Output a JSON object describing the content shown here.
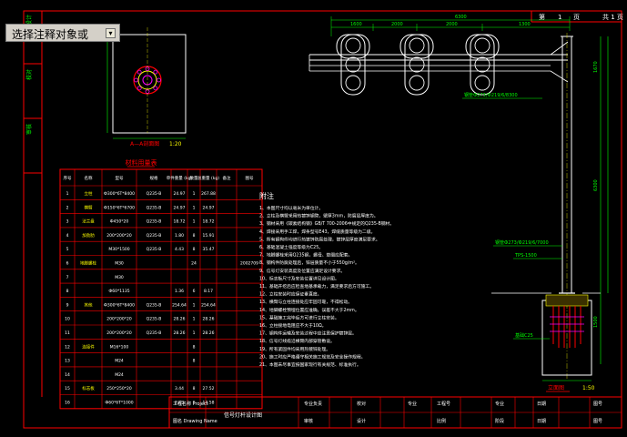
{
  "tooltip": {
    "label": "选择注释对象或",
    "dropdown_icon": "dropdown-arrow-icon"
  },
  "colors": {
    "frame": "#ff0000",
    "dimension": "#00ff00",
    "pole": "#ffffff",
    "note": "#ffffff",
    "accent_yellow": "#ffff00",
    "accent_cyan": "#00ffff",
    "accent_magenta": "#ff00ff"
  },
  "plan_view": {
    "caption": "A—A剖面图",
    "scale": "1:20"
  },
  "table": {
    "title": "材料用量表",
    "headers": [
      "序号",
      "名称",
      "型号",
      "规格",
      "单件重量 (kg)",
      "数量",
      "总重量 (kg)",
      "备注",
      "图号"
    ],
    "rows": [
      [
        "1",
        "立柱",
        "Ф300*6T*8400",
        "Q235-B",
        "24.97",
        "1",
        "267.88",
        "",
        ""
      ],
      [
        "2",
        "横臂",
        "Ф150*6T*6700",
        "Q235-B",
        "24.97",
        "1",
        "24.97",
        "",
        ""
      ],
      [
        "3",
        "法兰盘",
        "Ф450*20",
        "Q235-B",
        "18.72",
        "1",
        "18.72",
        "",
        ""
      ],
      [
        "4",
        "加劲肋",
        "200*200*20",
        "Q235-B",
        "1.80",
        "8",
        "15.91",
        "",
        ""
      ],
      [
        "5",
        "",
        "M30*1500",
        "Q235-B",
        "4.43",
        "8",
        "35.47",
        "",
        ""
      ],
      [
        "6",
        "地脚螺栓",
        "M30",
        "",
        "",
        "24",
        "",
        "",
        "2002709"
      ],
      [
        "7",
        "",
        "M30",
        "",
        "",
        "",
        "",
        "",
        ""
      ],
      [
        "8",
        "",
        "Ф60*1135",
        "",
        "1.36",
        "6",
        "8.17",
        "",
        ""
      ],
      [
        "9",
        "其他",
        "Ф300*6T*8400",
        "Q235-B",
        "254.64",
        "1",
        "254.64",
        "",
        ""
      ],
      [
        "10",
        "",
        "200*200*20",
        "Q235-B",
        "28.26",
        "1",
        "28.26",
        "",
        ""
      ],
      [
        "11",
        "",
        "200*200*20",
        "Q235-B",
        "28.26",
        "1",
        "28.26",
        "",
        ""
      ],
      [
        "12",
        "连接件",
        "M16*100",
        "",
        "",
        "8",
        "",
        "",
        ""
      ],
      [
        "13",
        "",
        "M24",
        "",
        "",
        "8",
        "",
        "",
        ""
      ],
      [
        "14",
        "",
        "M24",
        "",
        "",
        "",
        "",
        "",
        ""
      ],
      [
        "15",
        "标志板",
        "250*250*20",
        "",
        "3.44",
        "8",
        "27.52",
        "",
        ""
      ],
      [
        "16",
        "",
        "Ф60*6T*1000",
        "",
        "2.43",
        "6",
        "14.58",
        "",
        ""
      ]
    ]
  },
  "notes": {
    "title": "附注",
    "items": [
      "1、本图尺寸均以毫米为单位计。",
      "2、立柱及横臂采用热镀锌钢管，壁厚3mm，防腐层厚度为。",
      "3、钢材采用《碳素结构钢》GB/T 700-2006中规定的Q235-B钢材。",
      "4、焊接采用手工焊，焊条型号E43，焊缝质量等级为二级。",
      "5、所有钢构件均进行热镀锌防腐处理，镀锌层厚度满足要求。",
      "6、基础混凝土强度等级为C25。",
      "7、地脚螺栓采用Q235钢，螺母、垫圈应配套。",
      "8、钢构件防腐处理后，锌层质量不小于550g/m²。",
      "9、信号灯安装高度及位置应满足设计要求。",
      "10、标志板尺寸及安装位置详见设计图。",
      "11、基础开挖后应检查地基承载力，满足要求后方可施工。",
      "12、立柱安装时应保证垂直度。",
      "13、横臂与立柱连接处应牢固可靠，不得松动。",
      "14、地脚螺栓预埋位置应准确，误差不大于2mm。",
      "15、基础施工完毕后方可进行立柱安装。",
      "16、立柱接地电阻应不大于10Ω。",
      "17、钢构件运输及安装过程中应注意保护镀锌层。",
      "18、信号灯线缆沿横臂内部穿管敷设。",
      "19、所有紧固件均采用热镀锌处理。",
      "20、施工时应严格遵守相关施工规范及安全操作规程。",
      "21、本图未尽事宜按国家现行有关规范、标准执行。"
    ]
  },
  "elevation": {
    "caption": "立面图",
    "scale": "1:50",
    "labels": [
      "钢管Ф273/Ф219/6/8300",
      "钢管Ф273/Ф219/6/7000",
      "TPS-1500"
    ]
  },
  "title_block": {
    "project_label": "工程名称 Project",
    "drawing_label": "图名 Drawing Name",
    "drawing_name": "信号灯杆设计图",
    "checked": "审核",
    "designed": "设计",
    "scale": "比例",
    "date": "日期",
    "drawing_no": "图号",
    "stage": "阶段"
  }
}
